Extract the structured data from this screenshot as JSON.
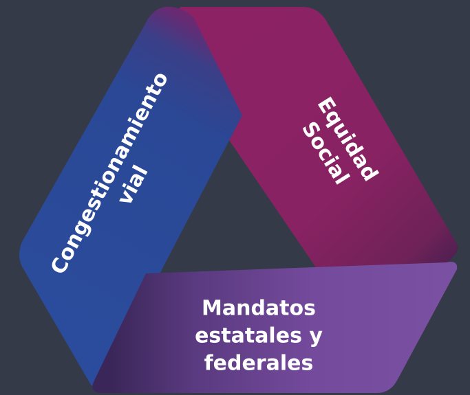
{
  "segments": {
    "left": {
      "lines": [
        "Congestionamiento",
        "vial"
      ],
      "color": "#2a4a9a"
    },
    "right": {
      "lines": [
        "Equidad",
        "Social"
      ],
      "color": "#8a2262"
    },
    "bottom": {
      "lines": [
        "Mandatos",
        "estatales y",
        "federales"
      ],
      "color": "#764a9c"
    }
  },
  "colors": {
    "background": "#343a47",
    "text": "#ffffff"
  }
}
